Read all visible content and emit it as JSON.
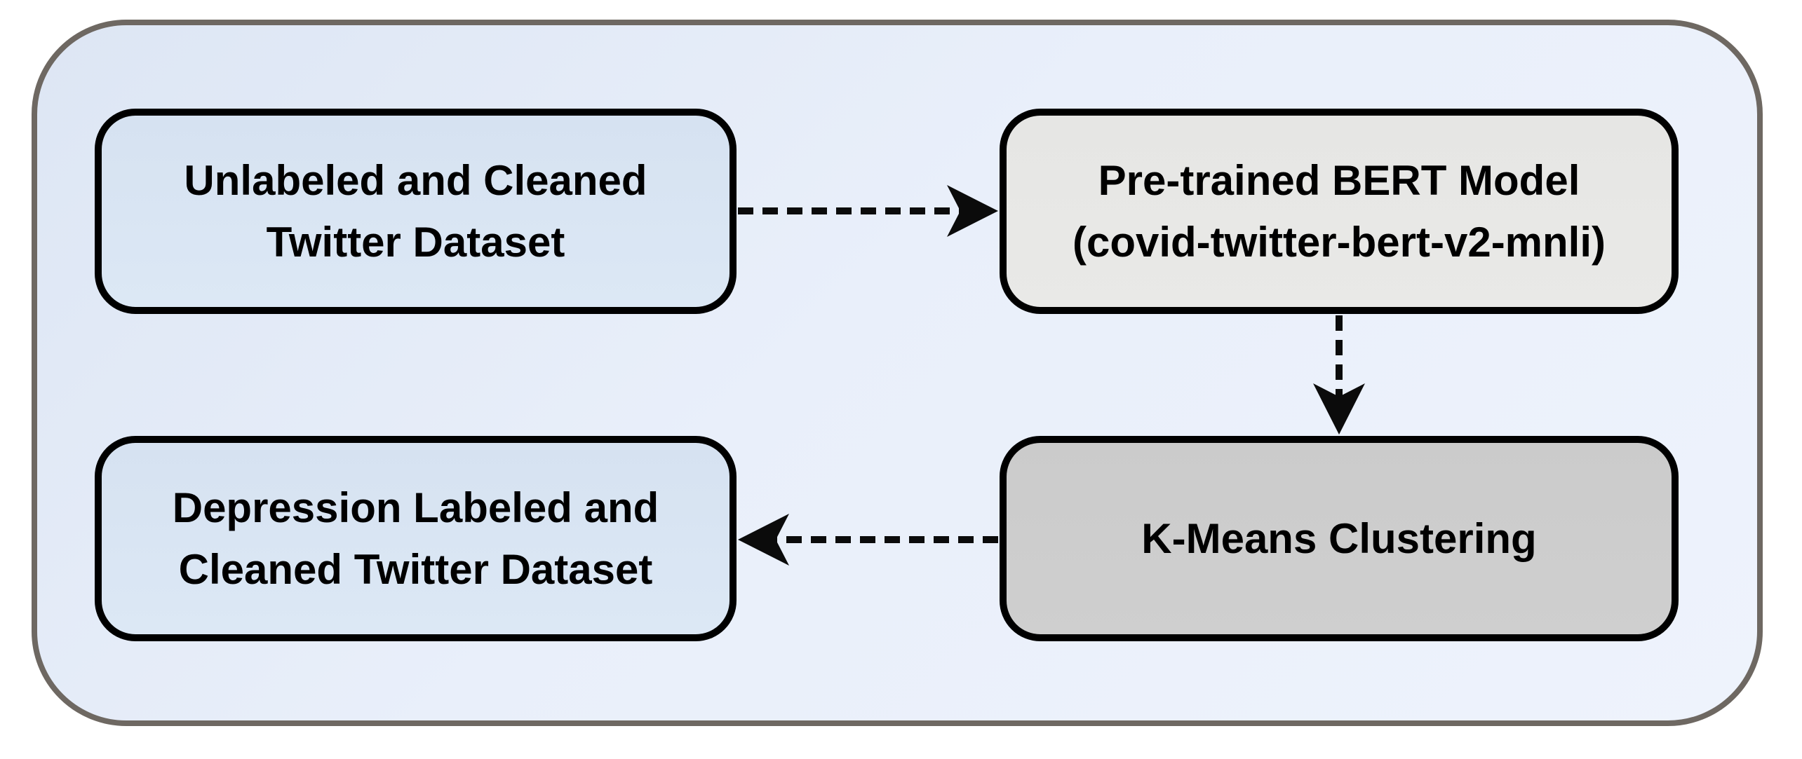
{
  "diagram": {
    "type": "flowchart",
    "description": "Pipeline for labeling a Twitter dataset for depression using a pre-trained BERT model and K-Means clustering",
    "colors": {
      "page_background": "#ffffff",
      "frame_fill": "#e9effa",
      "frame_border": "#6e6862",
      "node_blue_fill": "#d9e5f2",
      "node_lightgray_fill": "#e7e7e5",
      "node_gray_fill": "#cccccc",
      "node_border": "#000000",
      "arrow_color": "#0b0b0b",
      "text_color": "#000000"
    },
    "nodes": [
      {
        "id": "unlabeled_dataset",
        "line1": "Unlabeled and Cleaned",
        "line2": "Twitter Dataset",
        "fill": "#d9e5f2"
      },
      {
        "id": "bert_model",
        "line1": "Pre-trained BERT Model",
        "line2": "(covid-twitter-bert-v2-mnli)",
        "fill": "#e7e7e5"
      },
      {
        "id": "kmeans_clustering",
        "line1": "K-Means Clustering",
        "line2": "",
        "fill": "#cccccc"
      },
      {
        "id": "depression_dataset",
        "line1": "Depression Labeled and",
        "line2": "Cleaned Twitter Dataset",
        "fill": "#d9e5f2"
      }
    ],
    "edges": [
      {
        "from": "unlabeled_dataset",
        "to": "bert_model",
        "style": "dashed",
        "direction": "right"
      },
      {
        "from": "bert_model",
        "to": "kmeans_clustering",
        "style": "dashed",
        "direction": "down"
      },
      {
        "from": "kmeans_clustering",
        "to": "depression_dataset",
        "style": "dashed",
        "direction": "left"
      }
    ]
  }
}
